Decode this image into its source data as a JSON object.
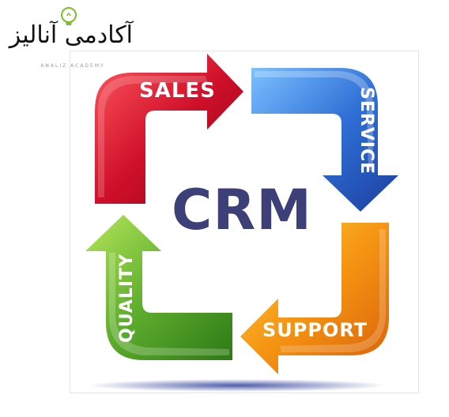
{
  "logo": {
    "text": "آکادمی آنالیز",
    "subtitle": "ANALIZ ACADEMY"
  },
  "diagram": {
    "center_label": "CRM",
    "steps": [
      {
        "label": "SALES",
        "color": "#c8102e"
      },
      {
        "label": "SERVICE",
        "color": "#2f6fd6"
      },
      {
        "label": "SUPPORT",
        "color": "#f08a12"
      },
      {
        "label": "QUALITY",
        "color": "#5fae2e"
      }
    ]
  }
}
